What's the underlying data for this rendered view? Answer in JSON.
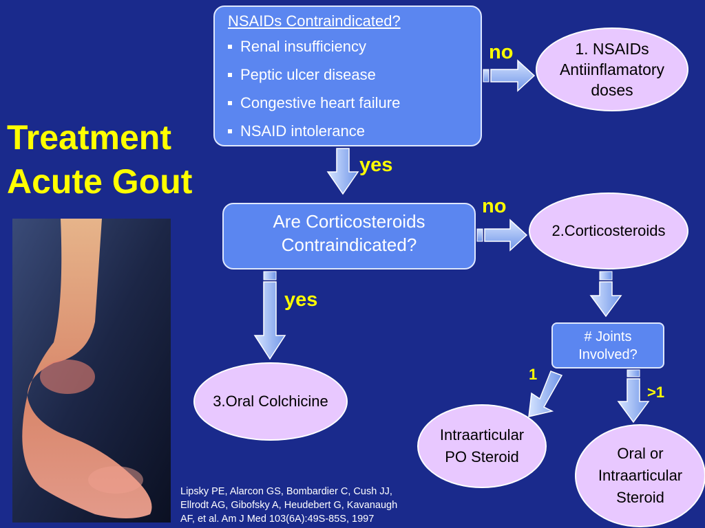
{
  "title": {
    "line1": "Treatment",
    "line2": "Acute Gout"
  },
  "box_nsaids": {
    "header": "NSAIDs Contraindicated?",
    "items": [
      "Renal insufficiency",
      "Peptic ulcer disease",
      "Congestive heart failure",
      "NSAID intolerance"
    ]
  },
  "box_steroids": {
    "line1": "Are Corticosteroids",
    "line2": "Contraindicated?"
  },
  "box_joints": {
    "line1": "# Joints",
    "line2": "Involved?"
  },
  "outcomes": {
    "nsaids": {
      "line1": "1. NSAIDs",
      "line2": "Antiinflamatory",
      "line3": "doses"
    },
    "corticosteroids": "2.Corticosteroids",
    "colchicine": "3.Oral Colchicine",
    "intraarticular": {
      "line1": "Intraarticular",
      "line2": "PO Steroid"
    },
    "oral": {
      "line1": "Oral or",
      "line2": "Intraarticular",
      "line3": "Steroid"
    }
  },
  "labels": {
    "no1": "no",
    "yes1": "yes",
    "no2": "no",
    "yes2": "yes",
    "one": "1",
    "more": ">1"
  },
  "reference": {
    "line1": "Lipsky PE, Alarcon GS, Bombardier C, Cush JJ,",
    "line2": "Ellrodt AG, Gibofsky A, Heudebert G, Kavanaugh",
    "line3": "AF, et al. Am J Med 103(6A):49S-85S, 1997"
  },
  "colors": {
    "background": "#1a2a8c",
    "box": "#5b86f0",
    "oval": "#e8c8ff",
    "label": "#ffff00"
  }
}
